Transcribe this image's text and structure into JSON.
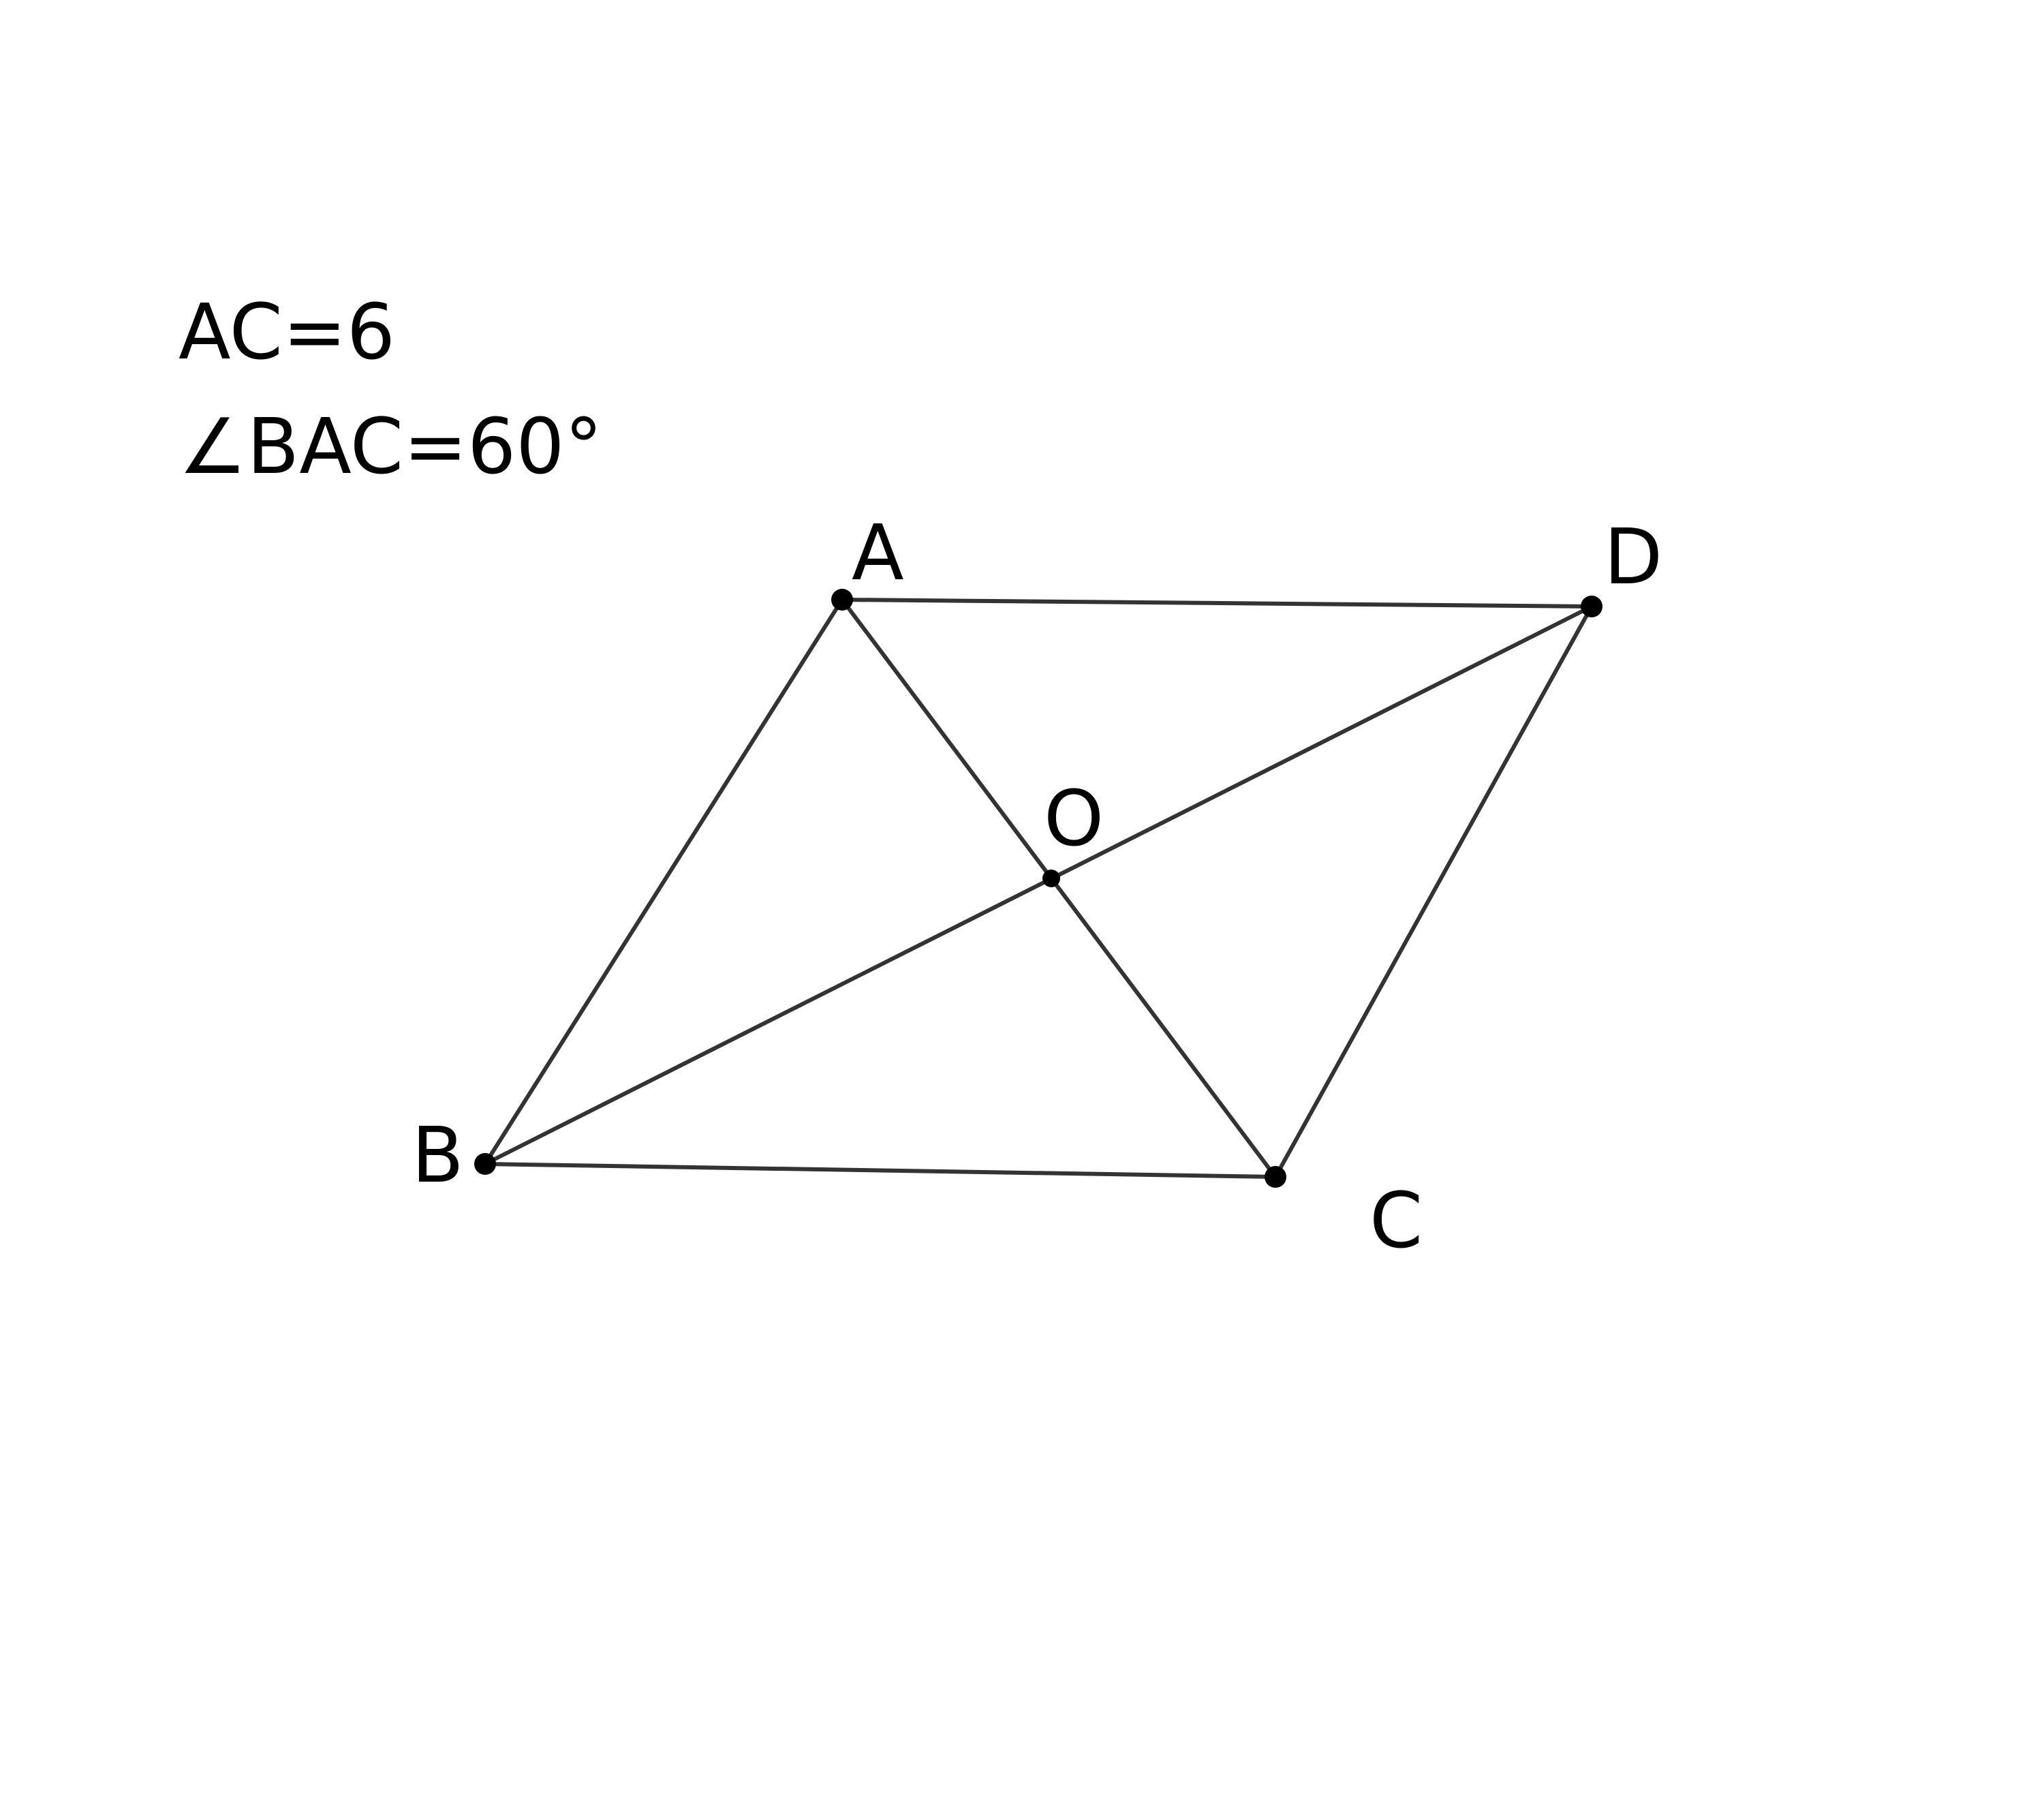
{
  "figure": {
    "given": [
      "AC=6",
      "∠BAC=60°"
    ],
    "points": {
      "A": {
        "label": "A"
      },
      "B": {
        "label": "B"
      },
      "C": {
        "label": "C"
      },
      "D": {
        "label": "D"
      },
      "O": {
        "label": "O"
      }
    },
    "segments": [
      [
        "A",
        "D"
      ],
      [
        "A",
        "B"
      ],
      [
        "B",
        "C"
      ],
      [
        "C",
        "D"
      ],
      [
        "A",
        "C"
      ],
      [
        "B",
        "D"
      ]
    ],
    "colors": {
      "line": "#333333",
      "point": "#000000",
      "text": "#000000",
      "background": "#ffffff"
    }
  }
}
